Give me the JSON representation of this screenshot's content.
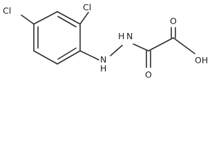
{
  "structure": {
    "atom_labels": {
      "cl_top": "Cl",
      "cl_left": "Cl",
      "nh_upper": "H",
      "nh_upper_n": "N",
      "nh_lower_n": "N",
      "nh_lower": "H",
      "oh": "OH",
      "o_carbonyl_top": "O",
      "o_carbonyl_bottom": "O"
    },
    "colors": {
      "bond": "#2b2b2b",
      "text": "#222222",
      "background": "#ffffff"
    }
  }
}
